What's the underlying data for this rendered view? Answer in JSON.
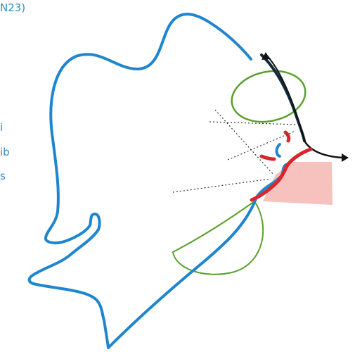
{
  "text_fragments": [
    "N23)",
    "i",
    "ib",
    "s"
  ],
  "colors": {
    "outline": "#1e86cf",
    "dark_outline": "#0f2a3e",
    "loop": "#5aa02c",
    "highlight": "#d9262b",
    "shaded_region": "#f7c2bd",
    "arrow": "#111111",
    "dotted_lines": "#333333",
    "text": "#2f8fc4"
  }
}
